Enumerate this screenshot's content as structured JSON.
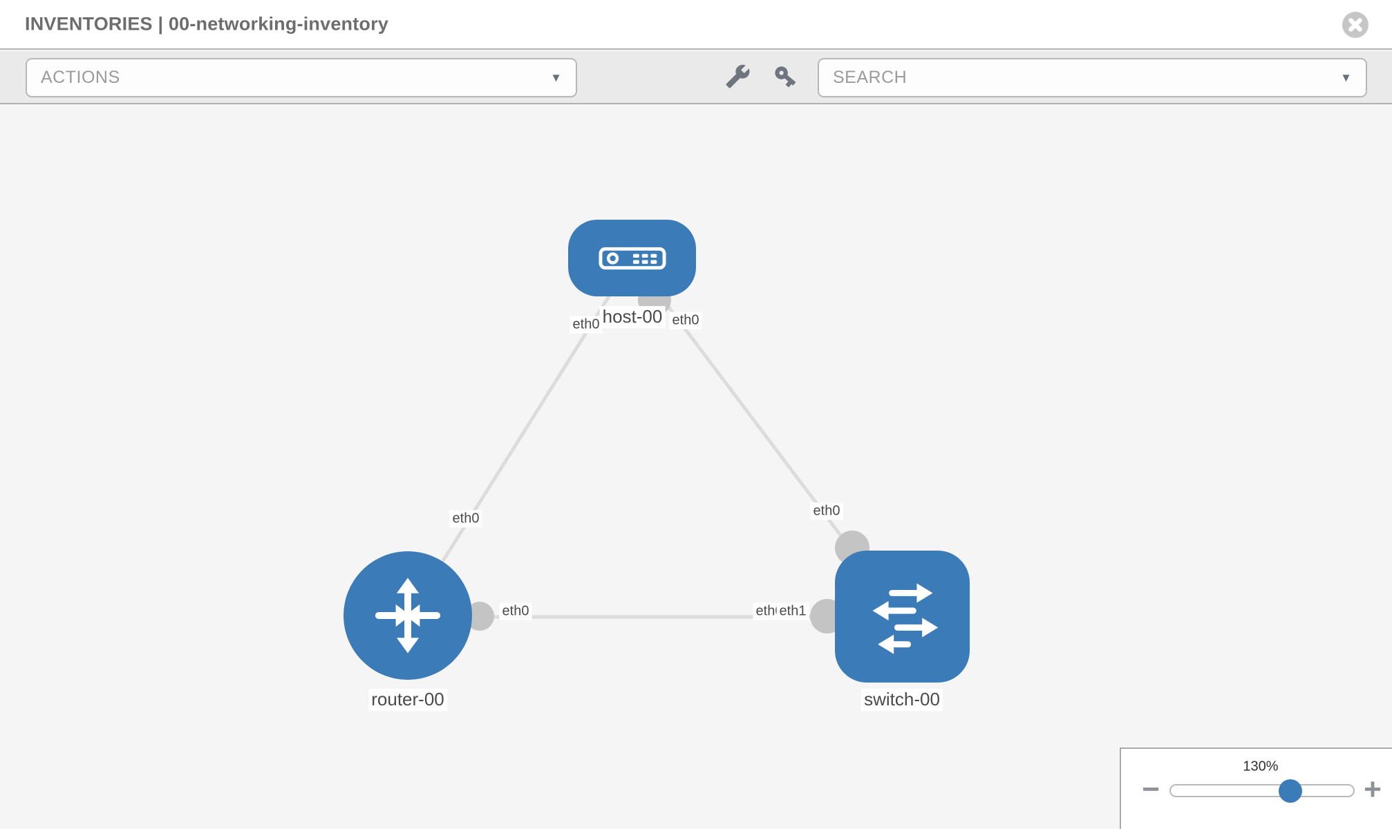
{
  "header": {
    "title": "INVENTORIES | 00-networking-inventory"
  },
  "toolbar": {
    "actions_label": "ACTIONS",
    "search_label": "SEARCH"
  },
  "icons": {
    "caret_down": "▼",
    "minus": "−",
    "plus": "+",
    "close": "close-circle-icon",
    "wrench": "wrench-icon",
    "key": "key-icon"
  },
  "topology": {
    "nodes": [
      {
        "id": "host",
        "type": "host",
        "label": "host-00"
      },
      {
        "id": "router",
        "type": "router",
        "label": "router-00"
      },
      {
        "id": "switch",
        "type": "switch",
        "label": "switch-00"
      }
    ],
    "interface_labels": {
      "host_left": "eth0",
      "host_right": "eth0",
      "host_router_link": "eth0",
      "host_switch_link": "eth0",
      "router_switch_router_end": "eth0",
      "router_switch_switch_end_hidden": "eth0",
      "router_switch_switch_end": "eth1"
    },
    "links": [
      {
        "from": "host-00",
        "to": "router-00",
        "interfaces": [
          "eth0",
          "eth0"
        ]
      },
      {
        "from": "host-00",
        "to": "switch-00",
        "interfaces": [
          "eth0",
          "eth0"
        ]
      },
      {
        "from": "router-00",
        "to": "switch-00",
        "interfaces": [
          "eth0",
          "eth1"
        ]
      }
    ]
  },
  "zoom_control": {
    "percent": "130%"
  },
  "colors": {
    "node_blue": "#3b7cb8",
    "link_gray": "#dcdcdc",
    "port_gray": "#c4c4c4",
    "toolbar_bg": "#eaeaea",
    "canvas_bg": "#f5f5f5"
  }
}
